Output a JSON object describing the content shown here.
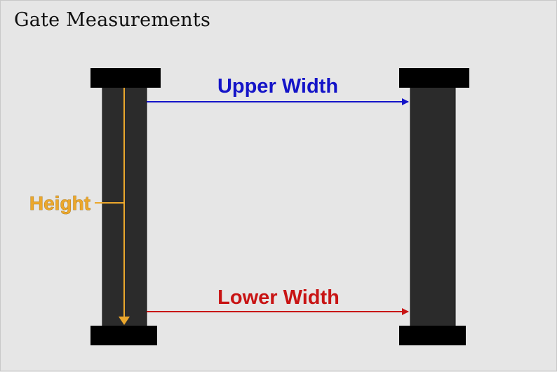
{
  "title": "Gate Measurements",
  "labels": {
    "upper_width": "Upper Width",
    "lower_width": "Lower Width",
    "height": "Height"
  },
  "colors": {
    "background": "#e6e6e6",
    "post_body": "#2b2b2b",
    "post_cap": "#000000",
    "upper_width": "#1414c8",
    "lower_width": "#c81414",
    "height": "#eba72c"
  }
}
